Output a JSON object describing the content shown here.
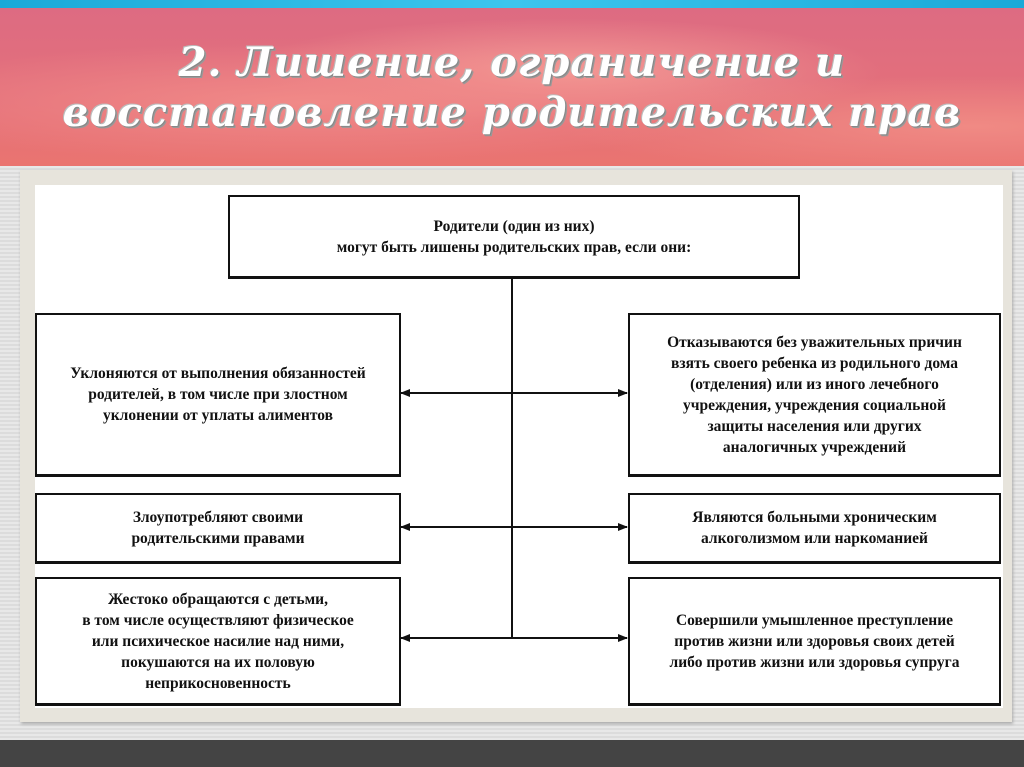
{
  "title": "2. Лишение, ограничение и\nвосстановление родительских прав",
  "diagram": {
    "root": "Родители (один из них)\nмогут быть лишены родительских прав, если они:",
    "left": [
      "Уклоняются от выполнения обязанностей\nродителей, в том числе при злостном\nуклонении от уплаты алиментов",
      "Злоупотребляют своими\nродительскими правами",
      "Жестоко обращаются с детьми,\nв том числе осуществляют физическое\nили психическое насилие над ними,\nпокушаются на их половую\nнеприкосновенность"
    ],
    "right": [
      "Отказываются без уважительных причин\nвзять своего ребенка из родильного дома\n(отделения) или из иного лечебного\nучреждения, учреждения социальной\nзащиты населения или других\nаналогичных учреждений",
      "Являются больными хроническим\nалкоголизмом или наркоманией",
      "Совершили умышленное преступление\nпротив жизни или здоровья своих детей\nлибо против жизни или здоровья супруга"
    ]
  }
}
